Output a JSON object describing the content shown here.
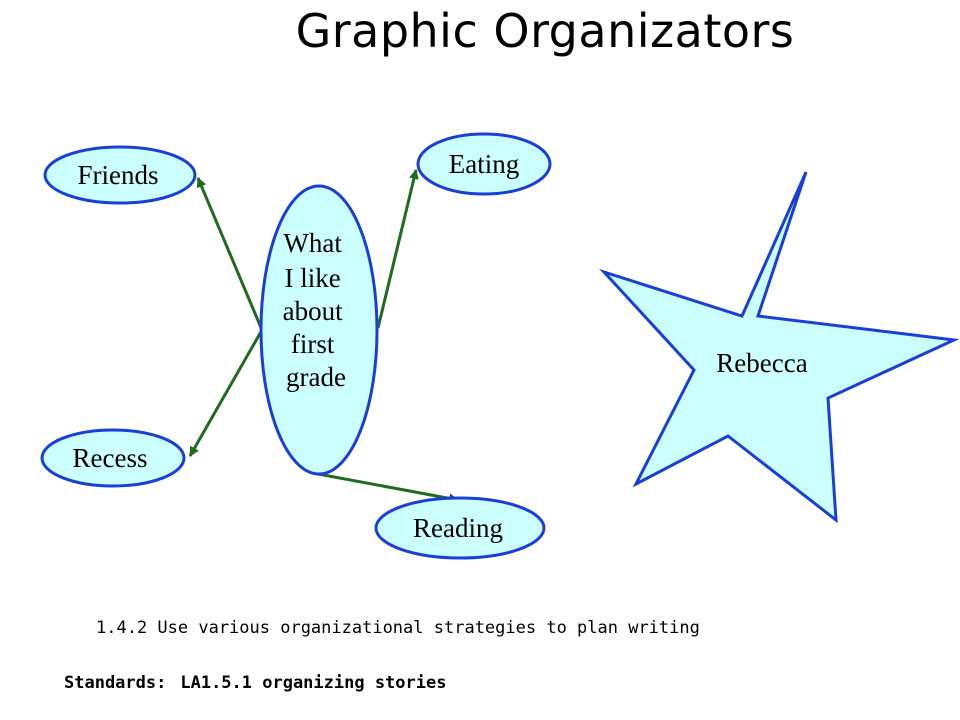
{
  "title": "Graphic Organizators",
  "organizer": {
    "center_lines": [
      "What",
      "I like",
      "about",
      "first",
      "grade"
    ],
    "nodes": {
      "friends": "Friends",
      "eating": "Eating",
      "recess": "Recess",
      "reading": "Reading"
    },
    "star_label": "Rebecca"
  },
  "objective": "1.4.2 Use various organizational strategies to plan writing",
  "standards": {
    "label": "Standards:",
    "value": "LA1.5.1 organizing stories"
  },
  "colors": {
    "fill": "#ccffff",
    "stroke": "#1a3fd6",
    "arrow": "#1f6b1f"
  }
}
